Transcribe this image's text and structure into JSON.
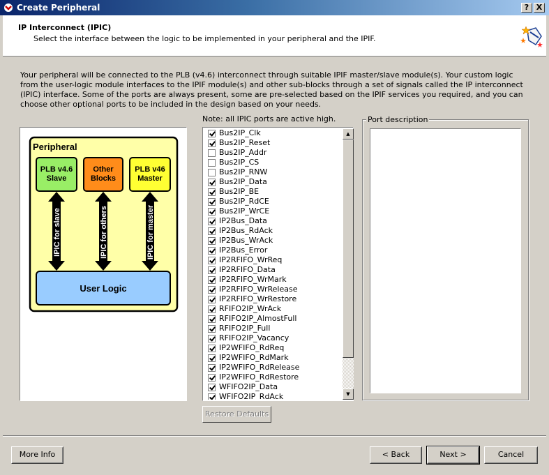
{
  "window": {
    "title": "Create Peripheral",
    "help_button": "?",
    "close_button": "X"
  },
  "header": {
    "title": "IP Interconnect (IPIC)",
    "subtitle": "Select the interface between the logic to be implemented in your peripheral and the IPIF."
  },
  "description": "Your peripheral will be connected to the PLB (v4.6) interconnect through suitable IPIF master/slave module(s). Your custom logic from the user-logic module interfaces to the IPIF module(s) and other sub-blocks through a set of signals called the IP interconnect (IPIC) interface. Some of the ports are always present, some are pre-selected based on the IPIF services you required, and you can choose other optional ports to be included in the design based on your needs.",
  "note": "Note: all IPIC ports are active high.",
  "diagram": {
    "title": "Peripheral",
    "block_slave": [
      "PLB v4.6",
      "Slave"
    ],
    "block_other": [
      "Other",
      "Blocks"
    ],
    "block_master": [
      "PLB v46",
      "Master"
    ],
    "arrow_slave": "IPIC for slave",
    "arrow_other": "IPIC for others",
    "arrow_master": "IPIC for master",
    "user_logic": "User Logic",
    "colors": {
      "slave": "#99ee66",
      "other": "#ff8c1a",
      "master": "#ffff33",
      "user_logic": "#99ccff",
      "background": "#ffffa8"
    }
  },
  "ports": [
    {
      "name": "Bus2IP_Clk",
      "checked": true
    },
    {
      "name": "Bus2IP_Reset",
      "checked": true
    },
    {
      "name": "Bus2IP_Addr",
      "checked": false
    },
    {
      "name": "Bus2IP_CS",
      "checked": false
    },
    {
      "name": "Bus2IP_RNW",
      "checked": false
    },
    {
      "name": "Bus2IP_Data",
      "checked": true
    },
    {
      "name": "Bus2IP_BE",
      "checked": true
    },
    {
      "name": "Bus2IP_RdCE",
      "checked": true
    },
    {
      "name": "Bus2IP_WrCE",
      "checked": true
    },
    {
      "name": "IP2Bus_Data",
      "checked": true
    },
    {
      "name": "IP2Bus_RdAck",
      "checked": true
    },
    {
      "name": "IP2Bus_WrAck",
      "checked": true
    },
    {
      "name": "IP2Bus_Error",
      "checked": true
    },
    {
      "name": "IP2RFIFO_WrReq",
      "checked": true
    },
    {
      "name": "IP2RFIFO_Data",
      "checked": true
    },
    {
      "name": "IP2RFIFO_WrMark",
      "checked": true
    },
    {
      "name": "IP2RFIFO_WrRelease",
      "checked": true
    },
    {
      "name": "IP2RFIFO_WrRestore",
      "checked": true
    },
    {
      "name": "RFIFO2IP_WrAck",
      "checked": true
    },
    {
      "name": "RFIFO2IP_AlmostFull",
      "checked": true
    },
    {
      "name": "RFIFO2IP_Full",
      "checked": true
    },
    {
      "name": "RFIFO2IP_Vacancy",
      "checked": true
    },
    {
      "name": "IP2WFIFO_RdReq",
      "checked": true
    },
    {
      "name": "IP2WFIFO_RdMark",
      "checked": true
    },
    {
      "name": "IP2WFIFO_RdRelease",
      "checked": true
    },
    {
      "name": "IP2WFIFO_RdRestore",
      "checked": true
    },
    {
      "name": "WFIFO2IP_Data",
      "checked": true
    },
    {
      "name": "WFIFO2IP_RdAck",
      "checked": true
    }
  ],
  "restore_defaults": "Restore Defaults",
  "port_description_label": "Port description",
  "buttons": {
    "more_info": "More Info",
    "back": "< Back",
    "next": "Next >",
    "cancel": "Cancel"
  }
}
